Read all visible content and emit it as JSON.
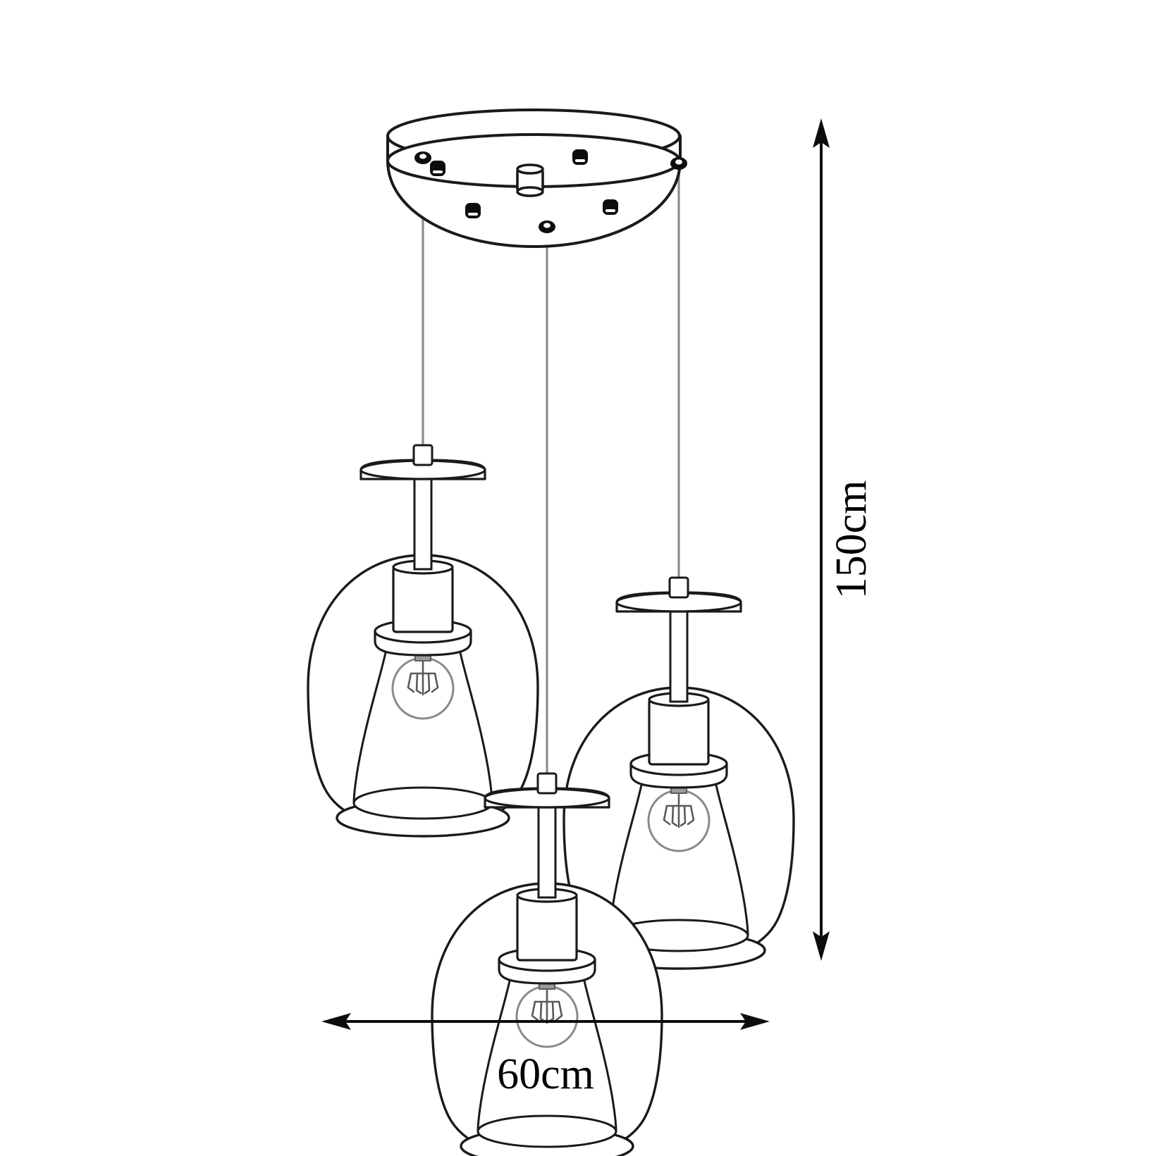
{
  "drawing": {
    "title": "3-Light Cluster Glass Pendant Dimension Drawing",
    "background_color": "#ffffff",
    "line_color": "#1a1a1a",
    "cable_color": "#8c8c8c",
    "bulb_color": "#7a7a7a",
    "fill_color": "#ffffff"
  },
  "dimensions": {
    "height": {
      "label": "150cm",
      "orientation": "vertical",
      "arrow": "double-headed"
    },
    "width": {
      "label": "60cm",
      "orientation": "horizontal",
      "arrow": "double-headed"
    }
  },
  "canopy": {
    "name": "ceiling-canopy-plate",
    "shape": "round-disc",
    "center_cylinder": "junction-box-cylinder",
    "stud_count": 6,
    "cable_outlet_count": 3
  },
  "pendants": [
    {
      "id": "pendant-upper-left",
      "shade": "glass-dome-shade",
      "inner_shade": "inner-bell-shade",
      "socket": "lamp-socket-cylinder",
      "stem": "stem-rod",
      "flange": "top-disc-flange",
      "bulb": "filament-bulb"
    },
    {
      "id": "pendant-right",
      "shade": "glass-dome-shade",
      "inner_shade": "inner-bell-shade",
      "socket": "lamp-socket-cylinder",
      "stem": "stem-rod",
      "flange": "top-disc-flange",
      "bulb": "filament-bulb"
    },
    {
      "id": "pendant-lower-center",
      "shade": "glass-dome-shade",
      "inner_shade": "inner-bell-shade",
      "socket": "lamp-socket-cylinder",
      "stem": "stem-rod",
      "flange": "top-disc-flange",
      "bulb": "filament-bulb"
    }
  ]
}
